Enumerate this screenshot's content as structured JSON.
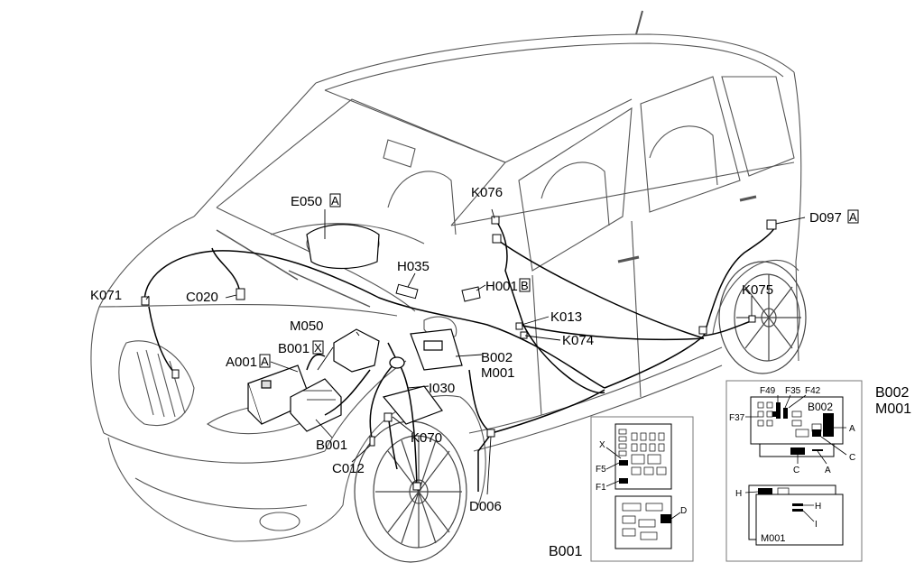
{
  "labels": {
    "e050": "E050",
    "e050_suffix": "A",
    "k076": "K076",
    "d097": "D097",
    "d097_suffix": "A",
    "k071": "K071",
    "c020": "C020",
    "h035": "H035",
    "h001": "H001",
    "h001_suffix": "B",
    "k075": "K075",
    "m050": "M050",
    "k013": "K013",
    "b001x": "B001",
    "b001x_suffix": "X",
    "k074": "K074",
    "a001": "A001",
    "a001_suffix": "A",
    "b002": "B002",
    "m001": "M001",
    "i030": "I030",
    "k070": "K070",
    "b001": "B001",
    "c012": "C012",
    "d006": "D006"
  },
  "inset_b001": {
    "title": "B001",
    "x": "X",
    "f5": "F5",
    "f1": "F1",
    "d": "D"
  },
  "inset_b002": {
    "title_line1": "B002",
    "title_line2": "M001",
    "f49": "F49",
    "f35": "F35",
    "f42": "F42",
    "f37": "F37",
    "box_label": "B002",
    "a_right": "A",
    "c_right": "C",
    "c_bottom": "C",
    "a_bottom": "A",
    "h_left": "H",
    "h_right": "H",
    "i": "I",
    "m001_label": "M001"
  }
}
